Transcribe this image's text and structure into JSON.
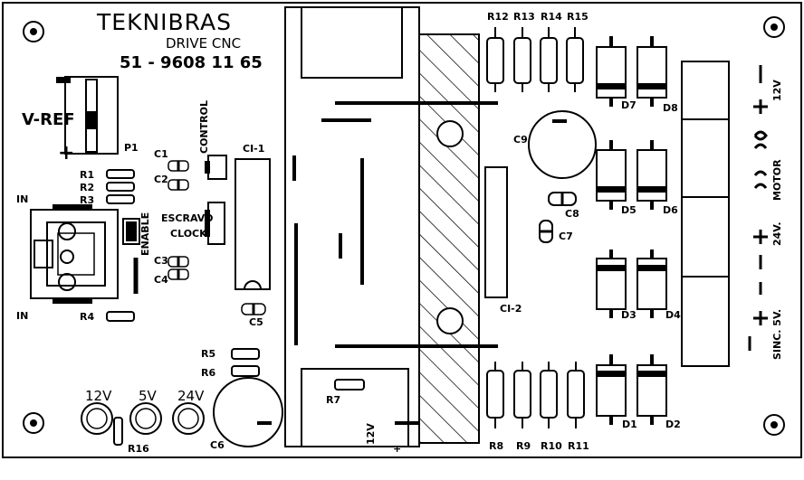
{
  "header": {
    "brand": "TEKNIBRAS",
    "product": "DRIVE CNC",
    "phone": "51 - 9608 11 65"
  },
  "labels": {
    "vref": "V-REF",
    "p1": "P1",
    "r1": "R1",
    "r2": "R2",
    "r3": "R3",
    "r4": "R4",
    "r5": "R5",
    "r6": "R6",
    "r7": "R7",
    "r8": "R8",
    "r9": "R9",
    "r10": "R10",
    "r11": "R11",
    "r12": "R12",
    "r13": "R13",
    "r14": "R14",
    "r15": "R15",
    "r16": "R16",
    "in_top": "IN",
    "in_bottom": "IN",
    "enable": "ENABLE",
    "c1": "C1",
    "c2": "C2",
    "c3": "C3",
    "c4": "C4",
    "c5": "C5",
    "c6": "C6",
    "c7": "C7",
    "c8": "C8",
    "c9": "C9",
    "control": "CONTROL",
    "ci1": "CI-1",
    "ci2": "CI-2",
    "escravo": "ESCRAVO",
    "clock": "CLOCK",
    "d1": "D1",
    "d2": "D2",
    "d3": "D3",
    "d4": "D4",
    "d5": "D5",
    "d6": "D6",
    "d7": "D7",
    "d8": "D8",
    "v12_led": "12V",
    "v5_led": "5V",
    "v24_led": "24V",
    "v12_bottom": "12V",
    "term_12v": "12V",
    "term_motor": "MOTOR",
    "term_24v": "24V.",
    "term_sinc": "SINC. 5V."
  }
}
